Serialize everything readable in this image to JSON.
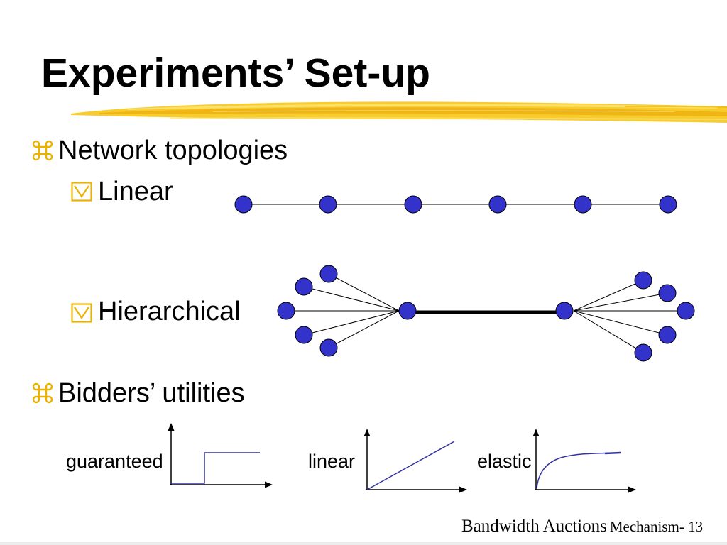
{
  "slide": {
    "title": "Experiments’ Set-up",
    "bullets": [
      {
        "icon": "command-bullet-icon",
        "text": "Network topologies",
        "sub_bullets": [
          {
            "icon": "boxed-chevron-bullet-icon",
            "text": "Linear"
          },
          {
            "icon": "boxed-chevron-bullet-icon",
            "text": "Hierarchical"
          }
        ]
      },
      {
        "icon": "command-bullet-icon",
        "text": "Bidders’ utilities"
      }
    ],
    "utilities": [
      {
        "label": "guaranteed"
      },
      {
        "label": "linear"
      },
      {
        "label": "elastic"
      }
    ]
  },
  "footer": {
    "title": "Bandwidth Auctions",
    "page": "Mechanism- 13"
  },
  "colors": {
    "accent": "#EBB300",
    "node": "#3333CC",
    "curve": "#3333A0",
    "brush": "#F7C81A",
    "text": "#000000"
  }
}
